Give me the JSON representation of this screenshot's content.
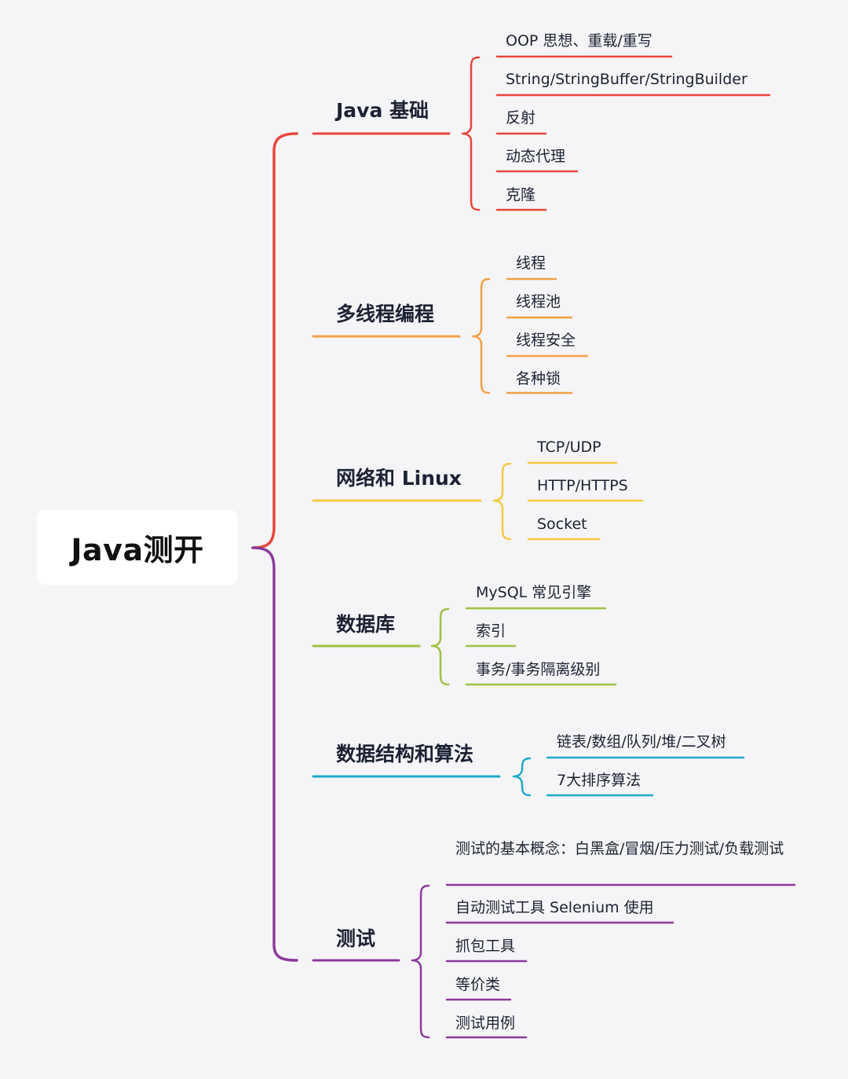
{
  "root": {
    "label": "Java测开"
  },
  "branches": [
    {
      "label": "Java 基础",
      "color": "#e8463a",
      "children": [
        "OOP 思想、重载/重写",
        "String/StringBuffer/StringBuilder",
        "反射",
        "动态代理",
        "克隆"
      ]
    },
    {
      "label": "多线程编程",
      "color": "#f3a046",
      "children": [
        "线程",
        "线程池",
        "线程安全",
        "各种锁"
      ]
    },
    {
      "label": "网络和 Linux",
      "color": "#f6c944",
      "children": [
        "TCP/UDP",
        "HTTP/HTTPS",
        "Socket"
      ]
    },
    {
      "label": "数据库",
      "color": "#9ec144",
      "children": [
        "MySQL 常见引擎",
        "索引",
        "事务/事务隔离级别"
      ]
    },
    {
      "label": "数据结构和算法",
      "color": "#1fa9c9",
      "children": [
        "链表/数组/队列/堆/二叉树",
        "7大排序算法"
      ]
    },
    {
      "label": "测试",
      "color": "#8d3a9c",
      "children": [
        "测试的基本概念：白黑盒/冒烟/压力测试/负载测试",
        "自动测试工具 Selenium 使用",
        "抓包工具",
        "等价类",
        "测试用例"
      ]
    }
  ]
}
